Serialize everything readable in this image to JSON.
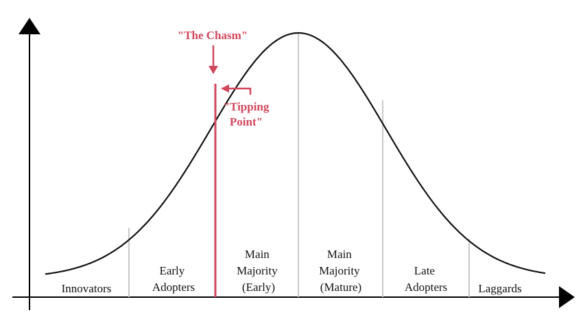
{
  "colors": {
    "curve": "#111111",
    "axis": "#000000",
    "divider": "#c8c8c8",
    "highlight": "#d2465c"
  },
  "segments": [
    {
      "name": "segment-innovators",
      "lines": [
        "Innovators"
      ]
    },
    {
      "name": "segment-early-adopters",
      "lines": [
        "Early",
        "Adopters"
      ]
    },
    {
      "name": "segment-main-majority-early",
      "lines": [
        "Main",
        "Majority",
        "(Early)"
      ]
    },
    {
      "name": "segment-main-majority-mature",
      "lines": [
        "Main",
        "Majority",
        "(Mature)"
      ]
    },
    {
      "name": "segment-late-adopters",
      "lines": [
        "Late",
        "Adopters"
      ]
    },
    {
      "name": "segment-laggards",
      "lines": [
        "Laggards"
      ]
    }
  ],
  "annotations": {
    "chasm": "\"The Chasm\"",
    "tipping_line1": "\"Tipping",
    "tipping_line2": "Point\""
  }
}
